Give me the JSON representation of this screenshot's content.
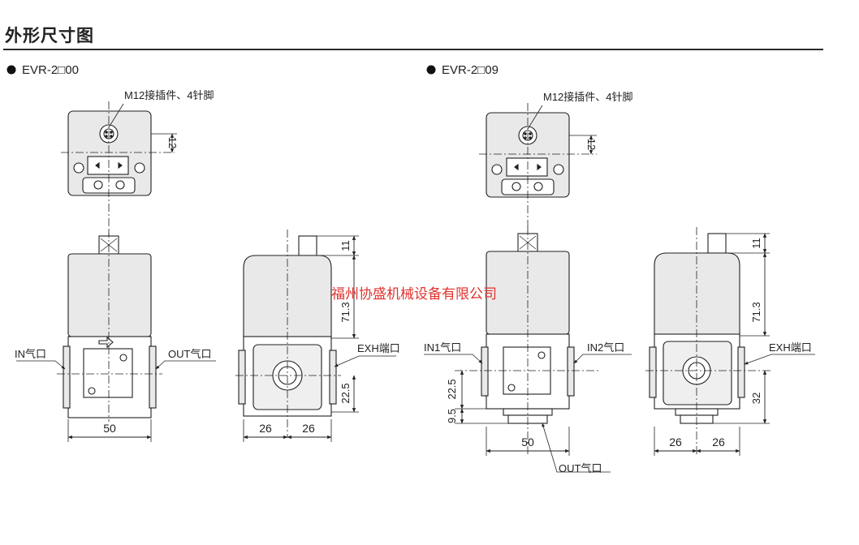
{
  "title": "外形尺寸图",
  "watermark": "福州协盛机械设备有限公司",
  "left_model": {
    "label": "EVR-2□00",
    "connector": "M12接插件、4针脚",
    "dim_connector_offset": "12",
    "dim_top": "11",
    "dim_height": "71.3",
    "dim_port": "22.5",
    "dim_width": "50",
    "dim_side_left": "26",
    "dim_side_right": "26",
    "port_in": "IN气口",
    "port_out": "OUT气口",
    "port_exh": "EXH端口"
  },
  "right_model": {
    "label": "EVR-2□09",
    "connector": "M12接插件、4针脚",
    "dim_connector_offset": "12",
    "dim_top": "11",
    "dim_height": "71.3",
    "dim_port_a": "22.5",
    "dim_port_b": "9.5",
    "dim_port_side": "32",
    "dim_width": "50",
    "dim_side_left": "26",
    "dim_side_right": "26",
    "port_in1": "IN1气口",
    "port_in2": "IN2气口",
    "port_exh": "EXH端口",
    "port_out": "OUT气口"
  },
  "colors": {
    "body_fill": "#e9e9e9",
    "line": "#1f1f1f",
    "watermark": "#e0322e"
  }
}
